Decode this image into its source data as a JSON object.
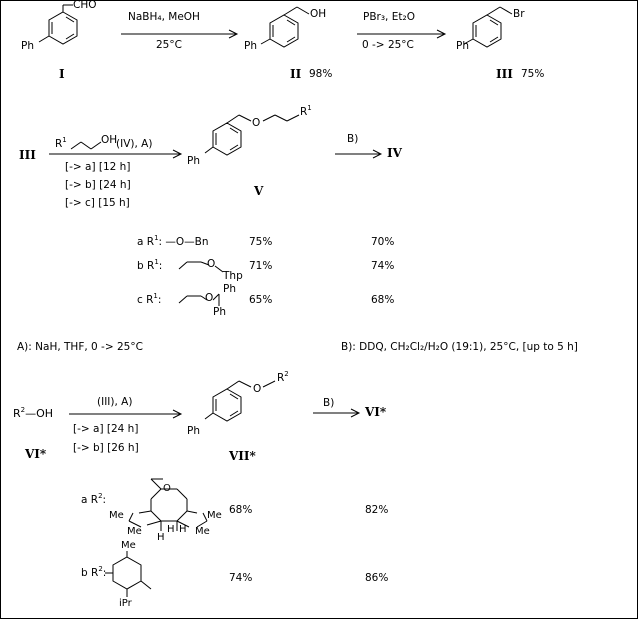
{
  "scheme1": {
    "compound_I": {
      "label": "I",
      "group": "CHO",
      "ph": "Ph"
    },
    "step1": {
      "reagents": "NaBH₄, MeOH",
      "conditions": "25°C"
    },
    "compound_II": {
      "label": "II",
      "yield": "98%",
      "group": "OH",
      "ph": "Ph"
    },
    "step2": {
      "reagents": "PBr₃, Et₂O",
      "conditions": "0 -> 25°C"
    },
    "compound_III": {
      "label": "III",
      "yield": "75%",
      "group": "Br",
      "ph": "Ph"
    }
  },
  "scheme2": {
    "start": "III",
    "reagent_prefix": "R",
    "reagent_suffix": "OH",
    "reagent_label": "(IV), A)",
    "conditions": [
      "[-> a]  [12 h]",
      "[-> b]  [24 h]",
      "[-> c]  [15 h]"
    ],
    "product_label": "V",
    "product_ph": "Ph",
    "product_O": "O",
    "product_R": "R",
    "step_B": "B)",
    "end": "IV",
    "rows": [
      {
        "prefix": "a R",
        "desc": ": —O—Bn",
        "y1": "75%",
        "y2": "70%"
      },
      {
        "prefix": "b R",
        "desc": ":",
        "tag": "Thp",
        "O": "O",
        "y1": "71%",
        "y2": "74%"
      },
      {
        "prefix": "c R",
        "desc": ":",
        "ph1": "Ph",
        "ph2": "Ph",
        "O": "O",
        "y1": "65%",
        "y2": "68%"
      }
    ],
    "note_A": "A): NaH, THF,  0 -> 25°C",
    "note_B": "B): DDQ,  CH₂Cl₂/H₂O (19:1), 25°C, [up to 5 h]"
  },
  "scheme3": {
    "start_R": "R",
    "start_OH": "—OH",
    "start_label": "VI*",
    "reagent_label": "(III), A)",
    "conditions": [
      "[-> a]  [24 h]",
      "[-> b]  [26 h]"
    ],
    "product_label": "VII*",
    "product_ph": "Ph",
    "product_O": "O",
    "product_R": "R",
    "step_B": "B)",
    "end": "VI*",
    "rows": [
      {
        "prefix": "a R",
        "y1": "68%",
        "y2": "82%",
        "atoms": {
          "me1": "Me",
          "me2": "Me",
          "me3": "Me",
          "me4": "Me",
          "o": "O",
          "h1": "H",
          "h2": "H",
          "h3": "H"
        }
      },
      {
        "prefix": "b R",
        "y1": "74%",
        "y2": "86%",
        "atoms": {
          "me": "Me",
          "ipr": "iPr"
        }
      }
    ]
  }
}
